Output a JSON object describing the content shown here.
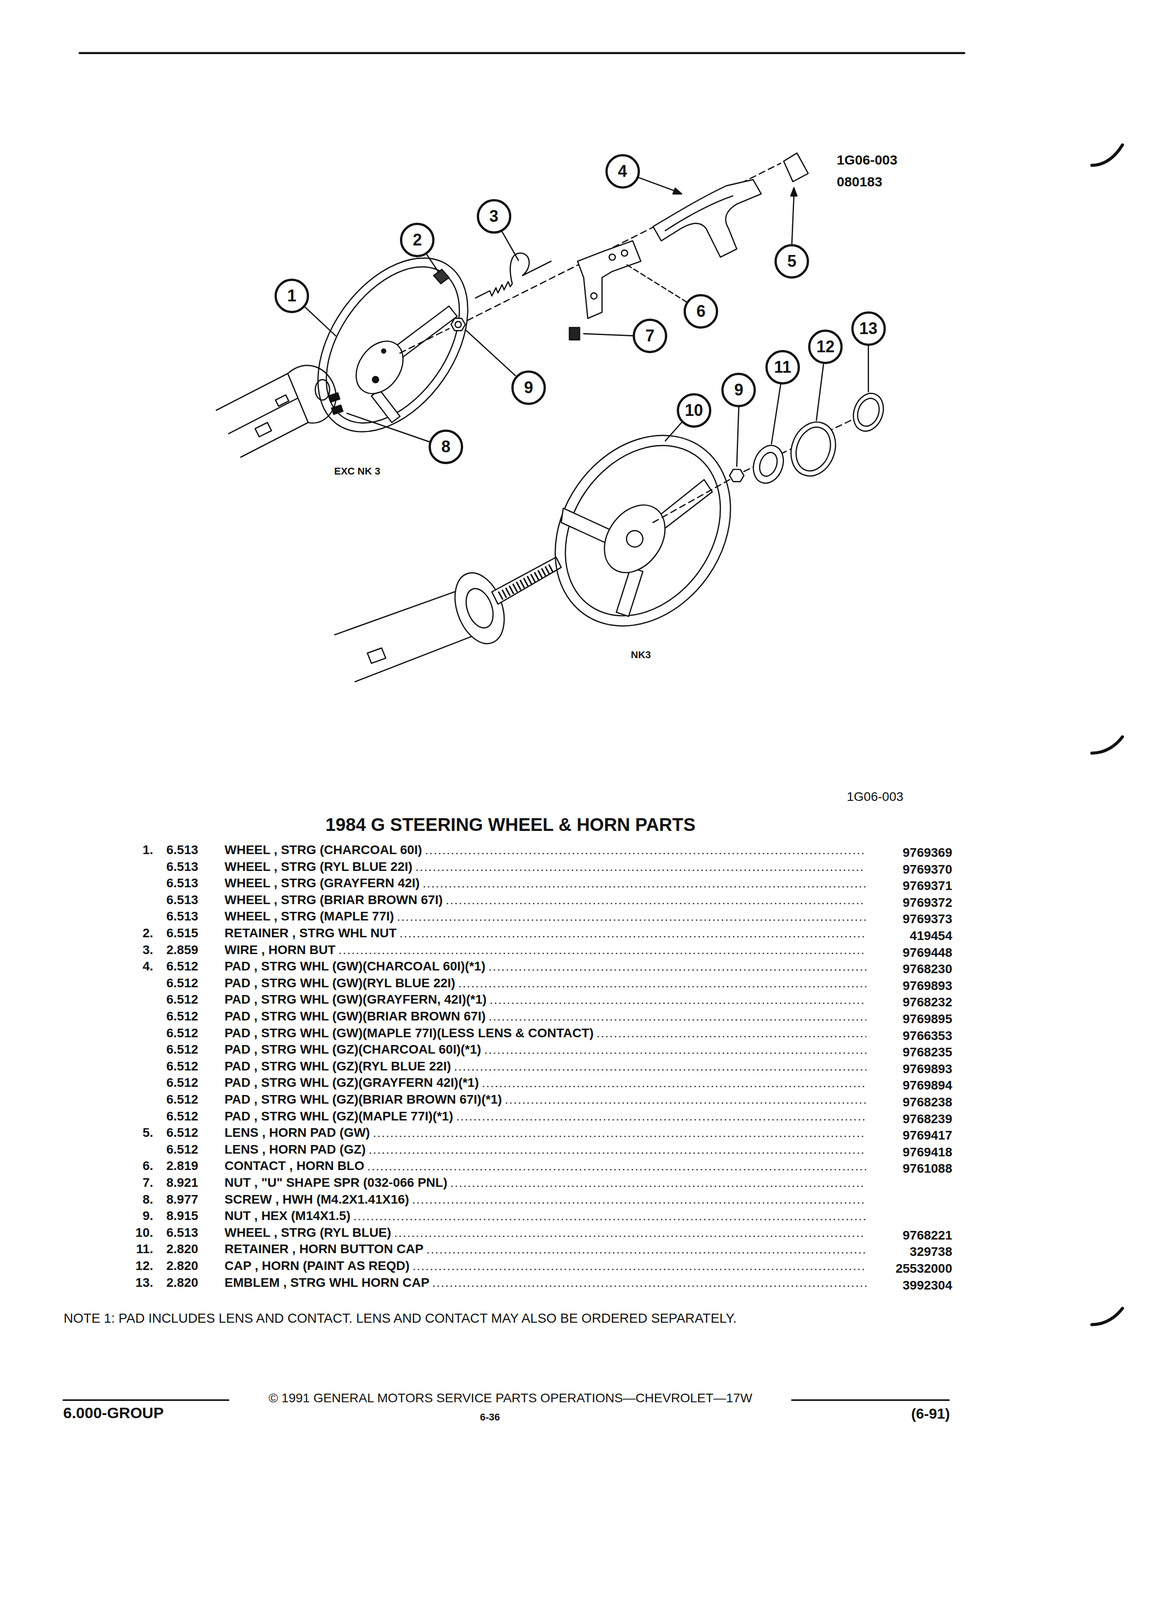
{
  "diagram": {
    "title": "1984 G STEERING WHEEL & HORN PARTS",
    "nodes": [
      {
        "text": [
          "1"
        ]
      },
      {
        "text": [
          "2"
        ]
      },
      {
        "text": [
          "3"
        ]
      },
      {
        "text": [
          "4"
        ]
      },
      {
        "text": [
          "5"
        ]
      },
      {
        "text": [
          "6"
        ]
      },
      {
        "text": [
          "7"
        ]
      },
      {
        "text": [
          "8"
        ]
      },
      {
        "text": [
          "9"
        ]
      },
      {
        "text": [
          "10"
        ]
      },
      {
        "text": [
          "9"
        ]
      },
      {
        "text": [
          "11"
        ]
      },
      {
        "text": [
          "12"
        ]
      },
      {
        "text": [
          "13"
        ]
      }
    ],
    "labels": [
      "1G06-003",
      "080183",
      "EXC NK 3",
      "NK3",
      "1G06-003",
      "1.",
      "6.513",
      "WHEEL , STRG (CHARCOAL 60I)",
      "9769369",
      "6.513",
      "WHEEL , STRG (RYL BLUE 22I)",
      "9769370",
      "6.513",
      "WHEEL , STRG (GRAYFERN 42I)",
      "9769371",
      "6.513",
      "WHEEL , STRG (BRIAR BROWN 67I)",
      "9769372",
      "6.513",
      "WHEEL , STRG (MAPLE 77I)",
      "9769373",
      "2.",
      "6.515",
      "RETAINER , STRG WHL NUT",
      "419454",
      "3.",
      "2.859",
      "WIRE , HORN BUT",
      "9769448",
      "4.",
      "6.512",
      "PAD , STRG WHL (GW)(CHARCOAL 60I)(*1)",
      "9768230",
      "6.512",
      "PAD , STRG WHL (GW)(RYL BLUE 22I)",
      "9769893",
      "6.512",
      "PAD , STRG WHL (GW)(GRAYFERN, 42I)(*1)",
      "9768232",
      "6.512",
      "PAD , STRG WHL (GW)(BRIAR BROWN 67I)",
      "9769895",
      "6.512",
      "PAD , STRG WHL (GW)(MAPLE 77I)(LESS LENS & CONTACT)",
      "9766353",
      "6.512",
      "PAD , STRG WHL (GZ)(CHARCOAL 60I)(*1)",
      "9768235",
      "6.512",
      "PAD , STRG WHL (GZ)(RYL BLUE 22I)",
      "9769893",
      "6.512",
      "PAD , STRG WHL (GZ)(GRAYFERN 42I)(*1)",
      "9769894",
      "6.512",
      "PAD , STRG WHL (GZ)(BRIAR BROWN 67I)(*1)",
      "9768238",
      "6.512",
      "PAD , STRG WHL (GZ)(MAPLE 77I)(*1)",
      "9768239",
      "5.",
      "6.512",
      "LENS , HORN PAD (GW)",
      "9769417",
      "6.512",
      "LENS , HORN PAD (GZ)",
      "9769418",
      "6.",
      "2.819",
      "CONTACT , HORN BLO",
      "9761088",
      "7.",
      "8.921",
      "NUT , \"U\" SHAPE SPR (032-066 PNL)",
      "8.",
      "8.977",
      "SCREW , HWH (M4.2X1.41X16)",
      "9.",
      "8.915",
      "NUT , HEX (M14X1.5)",
      "10.",
      "6.513",
      "WHEEL , STRG (RYL BLUE)",
      "9768221",
      "11.",
      "2.820",
      "RETAINER , HORN BUTTON CAP",
      "329738",
      "12.",
      "2.820",
      "CAP , HORN (PAINT AS REQD)",
      "25532000",
      "13.",
      "2.820",
      "EMBLEM , STRG WHL HORN CAP",
      "3992304",
      "NOTE 1: PAD INCLUDES LENS AND CONTACT. LENS AND CONTACT MAY ALSO BE ORDERED SEPARATELY.",
      "6.000-GROUP",
      "© 1991 GENERAL MOTORS SERVICE PARTS OPERATIONS—CHEVROLET—17W",
      "6-36",
      "(6-91)"
    ]
  }
}
